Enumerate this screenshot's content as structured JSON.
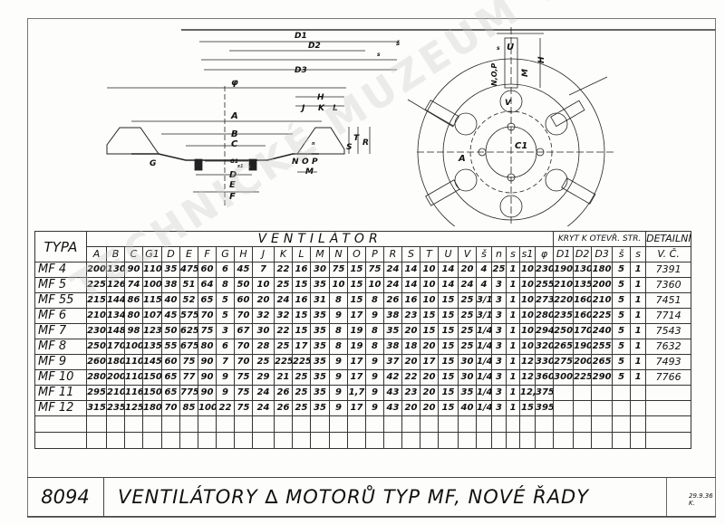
{
  "drawing": {
    "labels_side": [
      "D1",
      "D2",
      "D3",
      "s",
      "š",
      "φ",
      "A",
      "B",
      "C",
      "D",
      "E",
      "F",
      "G",
      "G1",
      "H",
      "J",
      "K",
      "L",
      "M",
      "N",
      "O",
      "P",
      "R",
      "S",
      "T",
      "n",
      "s1"
    ],
    "labels_front": [
      "s",
      "U",
      "N,O,P",
      "M",
      "H",
      "V",
      "C1",
      "A"
    ]
  },
  "table": {
    "typa_label": "TYPA",
    "ventilator_label": "VENTILÁTOR",
    "kryt_label": "KRYT K OTEVŘ. STR.",
    "detail_label": "DETAILNÍ",
    "detail_sub": "V. Č.",
    "columns": [
      "A",
      "B",
      "C",
      "G1",
      "D",
      "E",
      "F",
      "G",
      "H",
      "J",
      "K",
      "L",
      "M",
      "N",
      "O",
      "P",
      "R",
      "S",
      "T",
      "U",
      "V",
      "š",
      "n",
      "s",
      "s1",
      "φ"
    ],
    "kryt_columns": [
      "D1",
      "D2",
      "D3",
      "š",
      "s"
    ],
    "rows": [
      {
        "typ": "MF 4",
        "v": [
          "200",
          "130",
          "90",
          "110",
          "35",
          "475",
          "60",
          "6",
          "45",
          "7",
          "22",
          "16",
          "30",
          "75",
          "15",
          "75",
          "24",
          "14",
          "10",
          "14",
          "20",
          "4",
          "25",
          "1",
          "10",
          "230"
        ],
        "k": [
          "190",
          "130",
          "180",
          "5",
          "1"
        ],
        "d": "7391"
      },
      {
        "typ": "MF 5",
        "v": [
          "225",
          "126",
          "74",
          "100",
          "38",
          "51",
          "64",
          "8",
          "50",
          "10",
          "25",
          "15",
          "35",
          "10",
          "15",
          "10",
          "24",
          "14",
          "10",
          "14",
          "24",
          "4",
          "3",
          "1",
          "10",
          "255"
        ],
        "k": [
          "210",
          "135",
          "200",
          "5",
          "1"
        ],
        "d": "7360"
      },
      {
        "typ": "MF 55",
        "v": [
          "215",
          "144",
          "86",
          "115",
          "40",
          "52",
          "65",
          "5",
          "60",
          "20",
          "24",
          "16",
          "31",
          "8",
          "15",
          "8",
          "26",
          "16",
          "10",
          "15",
          "25",
          "3/16\"",
          "3",
          "1",
          "10",
          "273"
        ],
        "k": [
          "220",
          "160",
          "210",
          "5",
          "1"
        ],
        "d": "7451"
      },
      {
        "typ": "MF 6",
        "v": [
          "210",
          "134",
          "80",
          "107",
          "45",
          "575",
          "70",
          "5",
          "70",
          "32",
          "32",
          "15",
          "35",
          "9",
          "17",
          "9",
          "38",
          "23",
          "15",
          "15",
          "25",
          "3/16\"",
          "3",
          "1",
          "10",
          "280"
        ],
        "k": [
          "235",
          "160",
          "225",
          "5",
          "1"
        ],
        "d": "7714"
      },
      {
        "typ": "MF 7",
        "v": [
          "230",
          "148",
          "98",
          "123",
          "50",
          "625",
          "75",
          "3",
          "67",
          "30",
          "22",
          "15",
          "35",
          "8",
          "19",
          "8",
          "35",
          "20",
          "15",
          "15",
          "25",
          "1/4\"",
          "3",
          "1",
          "10",
          "294"
        ],
        "k": [
          "250",
          "170",
          "240",
          "5",
          "1"
        ],
        "d": "7543"
      },
      {
        "typ": "MF 8",
        "v": [
          "250",
          "170",
          "100",
          "135",
          "55",
          "675",
          "80",
          "6",
          "70",
          "28",
          "25",
          "17",
          "35",
          "8",
          "19",
          "8",
          "38",
          "18",
          "20",
          "15",
          "25",
          "1/4\"",
          "3",
          "1",
          "10",
          "320"
        ],
        "k": [
          "265",
          "190",
          "255",
          "5",
          "1"
        ],
        "d": "7632"
      },
      {
        "typ": "MF 9",
        "v": [
          "260",
          "180",
          "110",
          "145",
          "60",
          "75",
          "90",
          "7",
          "70",
          "25",
          "225",
          "225",
          "35",
          "9",
          "17",
          "9",
          "37",
          "20",
          "17",
          "15",
          "30",
          "1/4\"",
          "3",
          "1",
          "12",
          "330"
        ],
        "k": [
          "275",
          "200",
          "265",
          "5",
          "1"
        ],
        "d": "7493"
      },
      {
        "typ": "MF 10",
        "v": [
          "280",
          "200",
          "110",
          "150",
          "65",
          "77",
          "90",
          "9",
          "75",
          "29",
          "21",
          "25",
          "35",
          "9",
          "17",
          "9",
          "42",
          "22",
          "20",
          "15",
          "30",
          "1/4\"",
          "3",
          "1",
          "12",
          "360"
        ],
        "k": [
          "300",
          "225",
          "290",
          "5",
          "1"
        ],
        "d": "7766"
      },
      {
        "typ": "MF 11",
        "v": [
          "295",
          "210",
          "116",
          "150",
          "65",
          "775",
          "90",
          "9",
          "75",
          "24",
          "26",
          "25",
          "35",
          "9",
          "1,7",
          "9",
          "43",
          "23",
          "20",
          "15",
          "35",
          "1/4\"",
          "3",
          "1",
          "12,5",
          "375"
        ],
        "k": [
          "",
          "",
          "",
          "",
          ""
        ],
        "d": ""
      },
      {
        "typ": "MF 12",
        "v": [
          "315",
          "235",
          "125",
          "180",
          "70",
          "85",
          "100",
          "22",
          "75",
          "24",
          "26",
          "25",
          "35",
          "9",
          "17",
          "9",
          "43",
          "20",
          "20",
          "15",
          "40",
          "1/4\"",
          "3",
          "1",
          "15",
          "395"
        ],
        "k": [
          "",
          "",
          "",
          "",
          ""
        ],
        "d": ""
      }
    ],
    "empty_rows": 2
  },
  "titleblock": {
    "number": "8094",
    "title": "VENTILÁTORY ∆ MOTORŮ TYP MF, NOVÉ ŘADY",
    "date": "29.9.36 K."
  },
  "watermark": "TECHNICKÉ MUZEUM V BRNĚ"
}
